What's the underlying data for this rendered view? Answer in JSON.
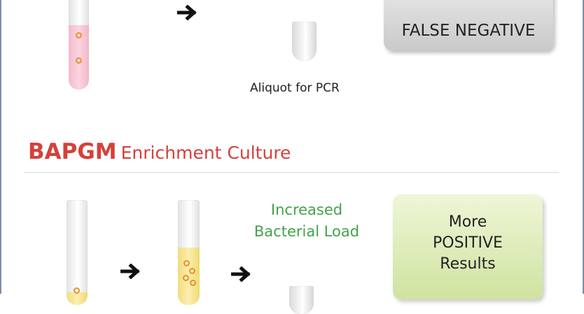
{
  "top_row": {
    "aliquot_label": "Aliquot for PCR",
    "result_box": "FALSE NEGATIVE"
  },
  "section": {
    "title_bold": "BAPGM",
    "title_rest": "Enrichment Culture"
  },
  "bottom_row": {
    "load_line1": "Increased",
    "load_line2": "Bacterial Load",
    "result_line1": "More",
    "result_line2": "POSITIVE",
    "result_line3": "Results"
  },
  "colors": {
    "accent_red": "#d4413a",
    "green_text": "#43a24a",
    "blood_pink": "#f7c8d6",
    "culture_yellow": "#f6e38c",
    "bacteria_orange": "#e8912a"
  }
}
